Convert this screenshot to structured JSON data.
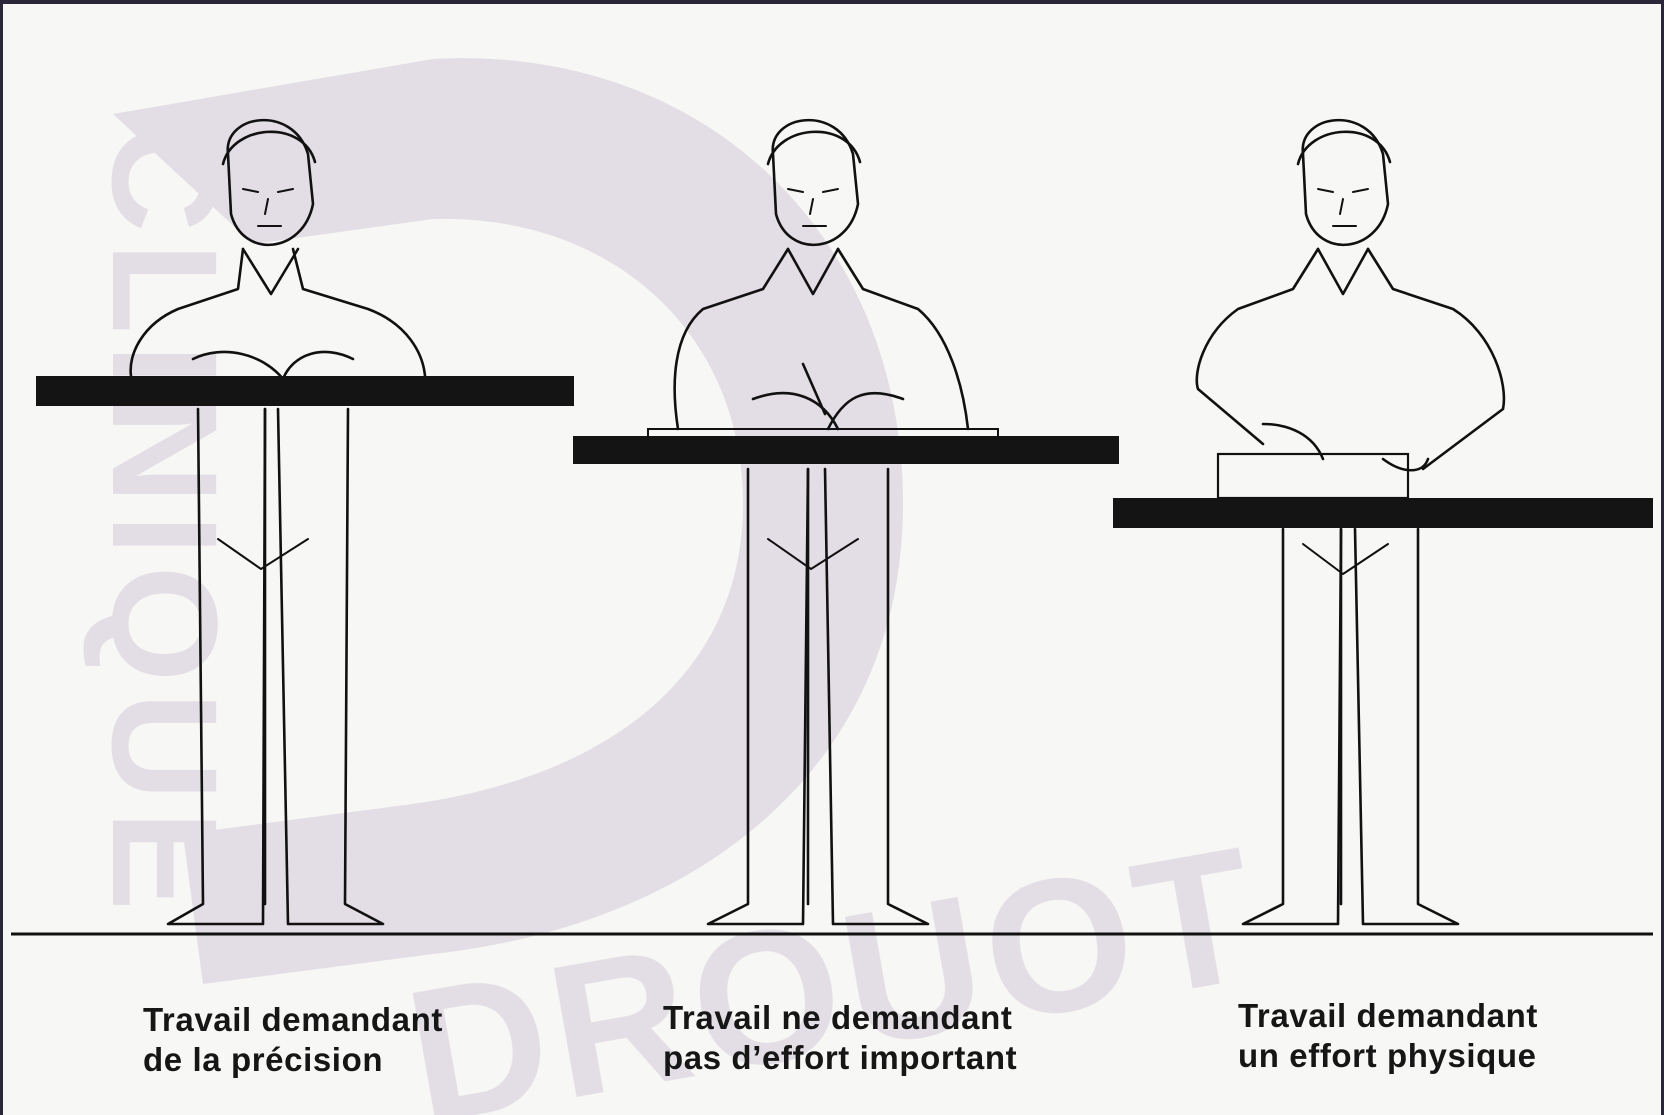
{
  "watermark": {
    "letter": "D",
    "vertical_text": "CLINIQUE",
    "bottom_text": "DROUOT",
    "color": "#ddd5df"
  },
  "panels": [
    {
      "caption_line1": "Travail demandant",
      "caption_line2": "de la précision"
    },
    {
      "caption_line1": "Travail ne demandant",
      "caption_line2": "pas d’effort important"
    },
    {
      "caption_line1": "Travail demandant",
      "caption_line2": "un effort physique"
    }
  ],
  "colors": {
    "background": "#f7f7f5",
    "ink": "#111111",
    "frame": "#2b2638"
  }
}
